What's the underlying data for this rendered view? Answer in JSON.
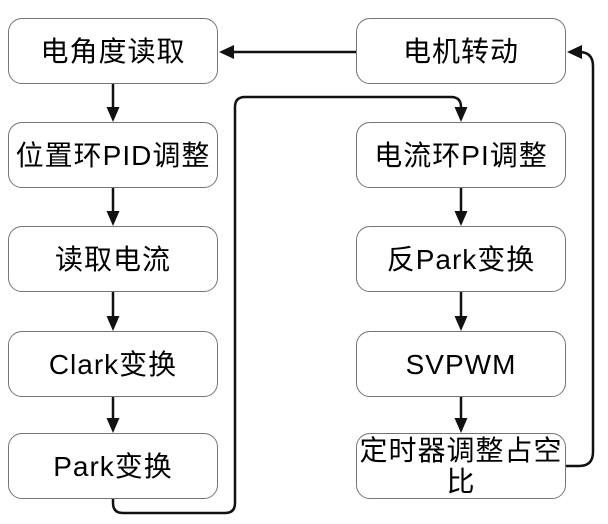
{
  "diagram": {
    "background_color": "#ffffff",
    "box_border_color": "#757575",
    "connector_color": "#111111",
    "text_color": "#000000",
    "nodes": [
      {
        "id": "read-electrical-angle",
        "label": "电角度读取",
        "column": "left",
        "row": 1
      },
      {
        "id": "position-loop-pid",
        "label": "位置环PID调整",
        "column": "left",
        "row": 2
      },
      {
        "id": "read-current",
        "label": "读取电流",
        "column": "left",
        "row": 3
      },
      {
        "id": "clark-transform",
        "label": "Clark变换",
        "column": "left",
        "row": 4
      },
      {
        "id": "park-transform",
        "label": "Park变换",
        "column": "left",
        "row": 5
      },
      {
        "id": "motor-rotation",
        "label": "电机转动",
        "column": "right",
        "row": 1
      },
      {
        "id": "current-loop-pi",
        "label": "电流环PI调整",
        "column": "right",
        "row": 2
      },
      {
        "id": "inverse-park-transform",
        "label": "反Park变换",
        "column": "right",
        "row": 3
      },
      {
        "id": "svpwm",
        "label": "SVPWM",
        "column": "right",
        "row": 4
      },
      {
        "id": "timer-duty-cycle",
        "label": "定时器调整占空比",
        "column": "right",
        "row": 5
      }
    ],
    "edges": [
      {
        "from": "motor-rotation",
        "to": "read-electrical-angle"
      },
      {
        "from": "read-electrical-angle",
        "to": "position-loop-pid"
      },
      {
        "from": "position-loop-pid",
        "to": "read-current"
      },
      {
        "from": "read-current",
        "to": "clark-transform"
      },
      {
        "from": "clark-transform",
        "to": "park-transform"
      },
      {
        "from": "park-transform",
        "to": "current-loop-pi"
      },
      {
        "from": "current-loop-pi",
        "to": "inverse-park-transform"
      },
      {
        "from": "inverse-park-transform",
        "to": "svpwm"
      },
      {
        "from": "svpwm",
        "to": "timer-duty-cycle"
      },
      {
        "from": "timer-duty-cycle",
        "to": "motor-rotation"
      }
    ]
  }
}
